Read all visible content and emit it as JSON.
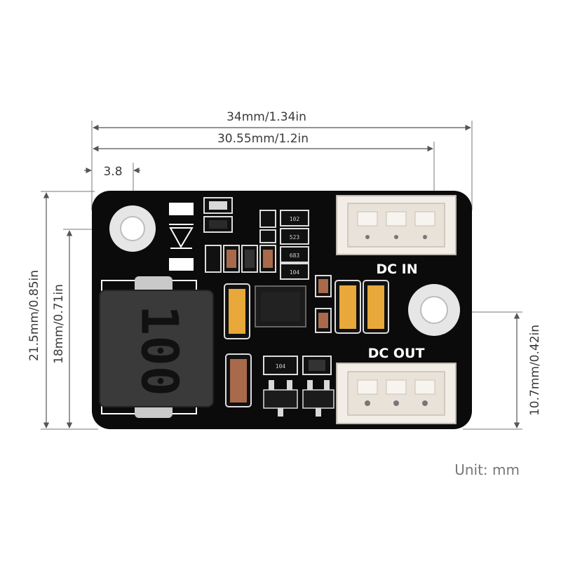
{
  "dimensions": {
    "overall_width": "34mm/1.34in",
    "hole_spacing_width": "30.55mm/1.2in",
    "hole_offset": "3.8",
    "overall_height": "21.5mm/0.85in",
    "hole_spacing_height": "18mm/0.71in",
    "right_hole_height": "10.7mm/0.42in"
  },
  "board": {
    "connector_in_label": "DC IN",
    "connector_out_label": "DC OUT",
    "inductor_marking": "100",
    "resistor_markings": [
      "102",
      "523",
      "683",
      "104",
      "104"
    ]
  },
  "unit_label": "Unit: mm",
  "colors": {
    "pcb": "#0b0b0b",
    "silkscreen": "#ffffff",
    "connector": "#f2ede6",
    "tantalum_cap": "#e8a93a",
    "ceramic_cap": "#a86a4a",
    "inductor": "#3a3a3a"
  }
}
